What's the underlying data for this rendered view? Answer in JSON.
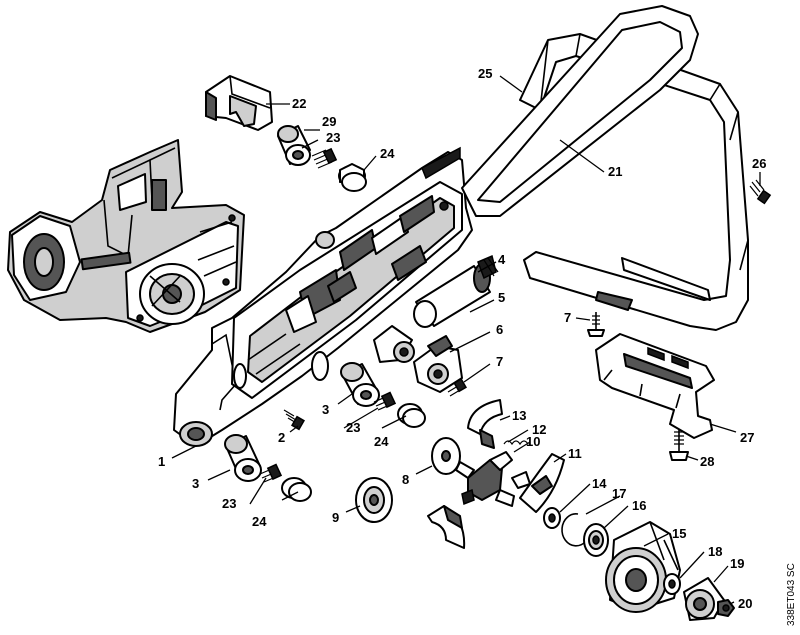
{
  "figure": {
    "reference_code": "338ET043 SC"
  },
  "callouts": [
    {
      "key": "c1",
      "text": "1"
    },
    {
      "key": "c2",
      "text": "2"
    },
    {
      "key": "c3a",
      "text": "3"
    },
    {
      "key": "c3b",
      "text": "3"
    },
    {
      "key": "c4",
      "text": "4"
    },
    {
      "key": "c5",
      "text": "5"
    },
    {
      "key": "c6",
      "text": "6"
    },
    {
      "key": "c7a",
      "text": "7"
    },
    {
      "key": "c7b",
      "text": "7"
    },
    {
      "key": "c8",
      "text": "8"
    },
    {
      "key": "c9",
      "text": "9"
    },
    {
      "key": "c10",
      "text": "10"
    },
    {
      "key": "c11",
      "text": "11"
    },
    {
      "key": "c12",
      "text": "12"
    },
    {
      "key": "c13",
      "text": "13"
    },
    {
      "key": "c14",
      "text": "14"
    },
    {
      "key": "c15",
      "text": "15"
    },
    {
      "key": "c16",
      "text": "16"
    },
    {
      "key": "c17",
      "text": "17"
    },
    {
      "key": "c18",
      "text": "18"
    },
    {
      "key": "c19",
      "text": "19"
    },
    {
      "key": "c20",
      "text": "20"
    },
    {
      "key": "c21",
      "text": "21"
    },
    {
      "key": "c22",
      "text": "22"
    },
    {
      "key": "c23a",
      "text": "23"
    },
    {
      "key": "c23b",
      "text": "23"
    },
    {
      "key": "c23c",
      "text": "23"
    },
    {
      "key": "c24a",
      "text": "24"
    },
    {
      "key": "c24b",
      "text": "24"
    },
    {
      "key": "c24c",
      "text": "24"
    },
    {
      "key": "c25",
      "text": "25"
    },
    {
      "key": "c26",
      "text": "26"
    },
    {
      "key": "c27",
      "text": "27"
    },
    {
      "key": "c28",
      "text": "28"
    },
    {
      "key": "c29",
      "text": "29"
    }
  ]
}
